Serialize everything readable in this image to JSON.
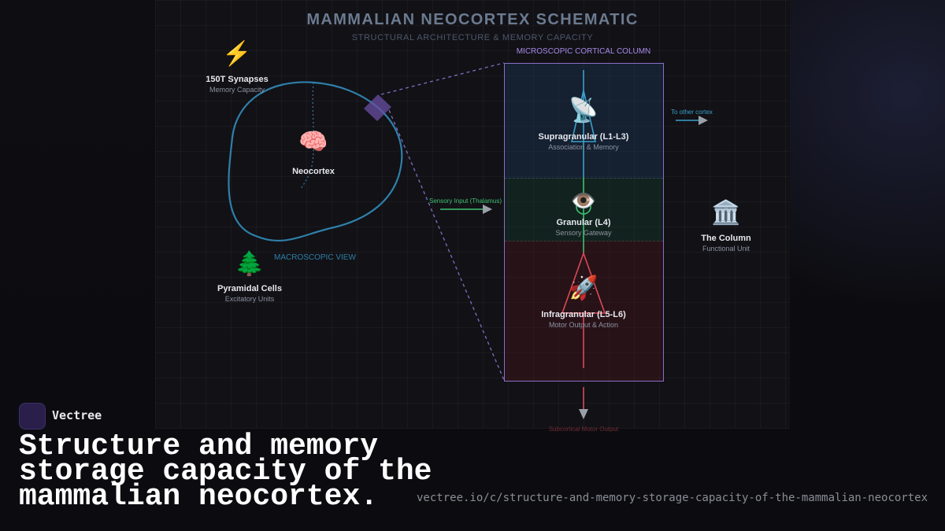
{
  "header": {
    "title": "MAMMALIAN NEOCORTEX SCHEMATIC",
    "subtitle": "STRUCTURAL ARCHITECTURE & MEMORY CAPACITY"
  },
  "macro": {
    "synapses": {
      "icon": "lightning-icon",
      "label": "150T Synapses",
      "sub": "Memory Capacity"
    },
    "neocortex": {
      "icon": "brain-icon",
      "label": "Neocortex"
    },
    "pyramidal": {
      "icon": "tree-icon",
      "label": "Pyramidal Cells",
      "sub": "Excitatory Units"
    },
    "view_label": "MACROSCOPIC VIEW"
  },
  "column": {
    "header": "MICROSCOPIC CORTICAL COLUMN",
    "layers": [
      {
        "icon": "satellite-dish-icon",
        "label": "Supragranular (L1-L3)",
        "sub": "Association & Memory"
      },
      {
        "icon": "eye-icon",
        "label": "Granular (L4)",
        "sub": "Sensory Gateway"
      },
      {
        "icon": "rocket-icon",
        "label": "Infragranular (L5-L6)",
        "sub": "Motor Output & Action"
      }
    ]
  },
  "arrows": {
    "sensory_input": "Sensory Input (Thalamus)",
    "to_other_cortex": "To other cortex",
    "motor_output": "Subcortical Motor Output"
  },
  "functional_unit": {
    "icon": "classical-building-icon",
    "label": "The Column",
    "sub": "Functional Unit"
  },
  "colors": {
    "outline": "#2f7fa8",
    "column_border": "#8a6fc7",
    "supra": "#3aa0c8",
    "granular": "#3fbf6f",
    "infra": "#d94a55",
    "dashed_connector": "#7a68b8"
  },
  "footer": {
    "brand": "Vectree",
    "headline": "Structure and memory storage capacity of the mammalian neocortex.",
    "url": "vectree.io/c/structure-and-memory-storage-capacity-of-the-mammalian-neocortex"
  }
}
